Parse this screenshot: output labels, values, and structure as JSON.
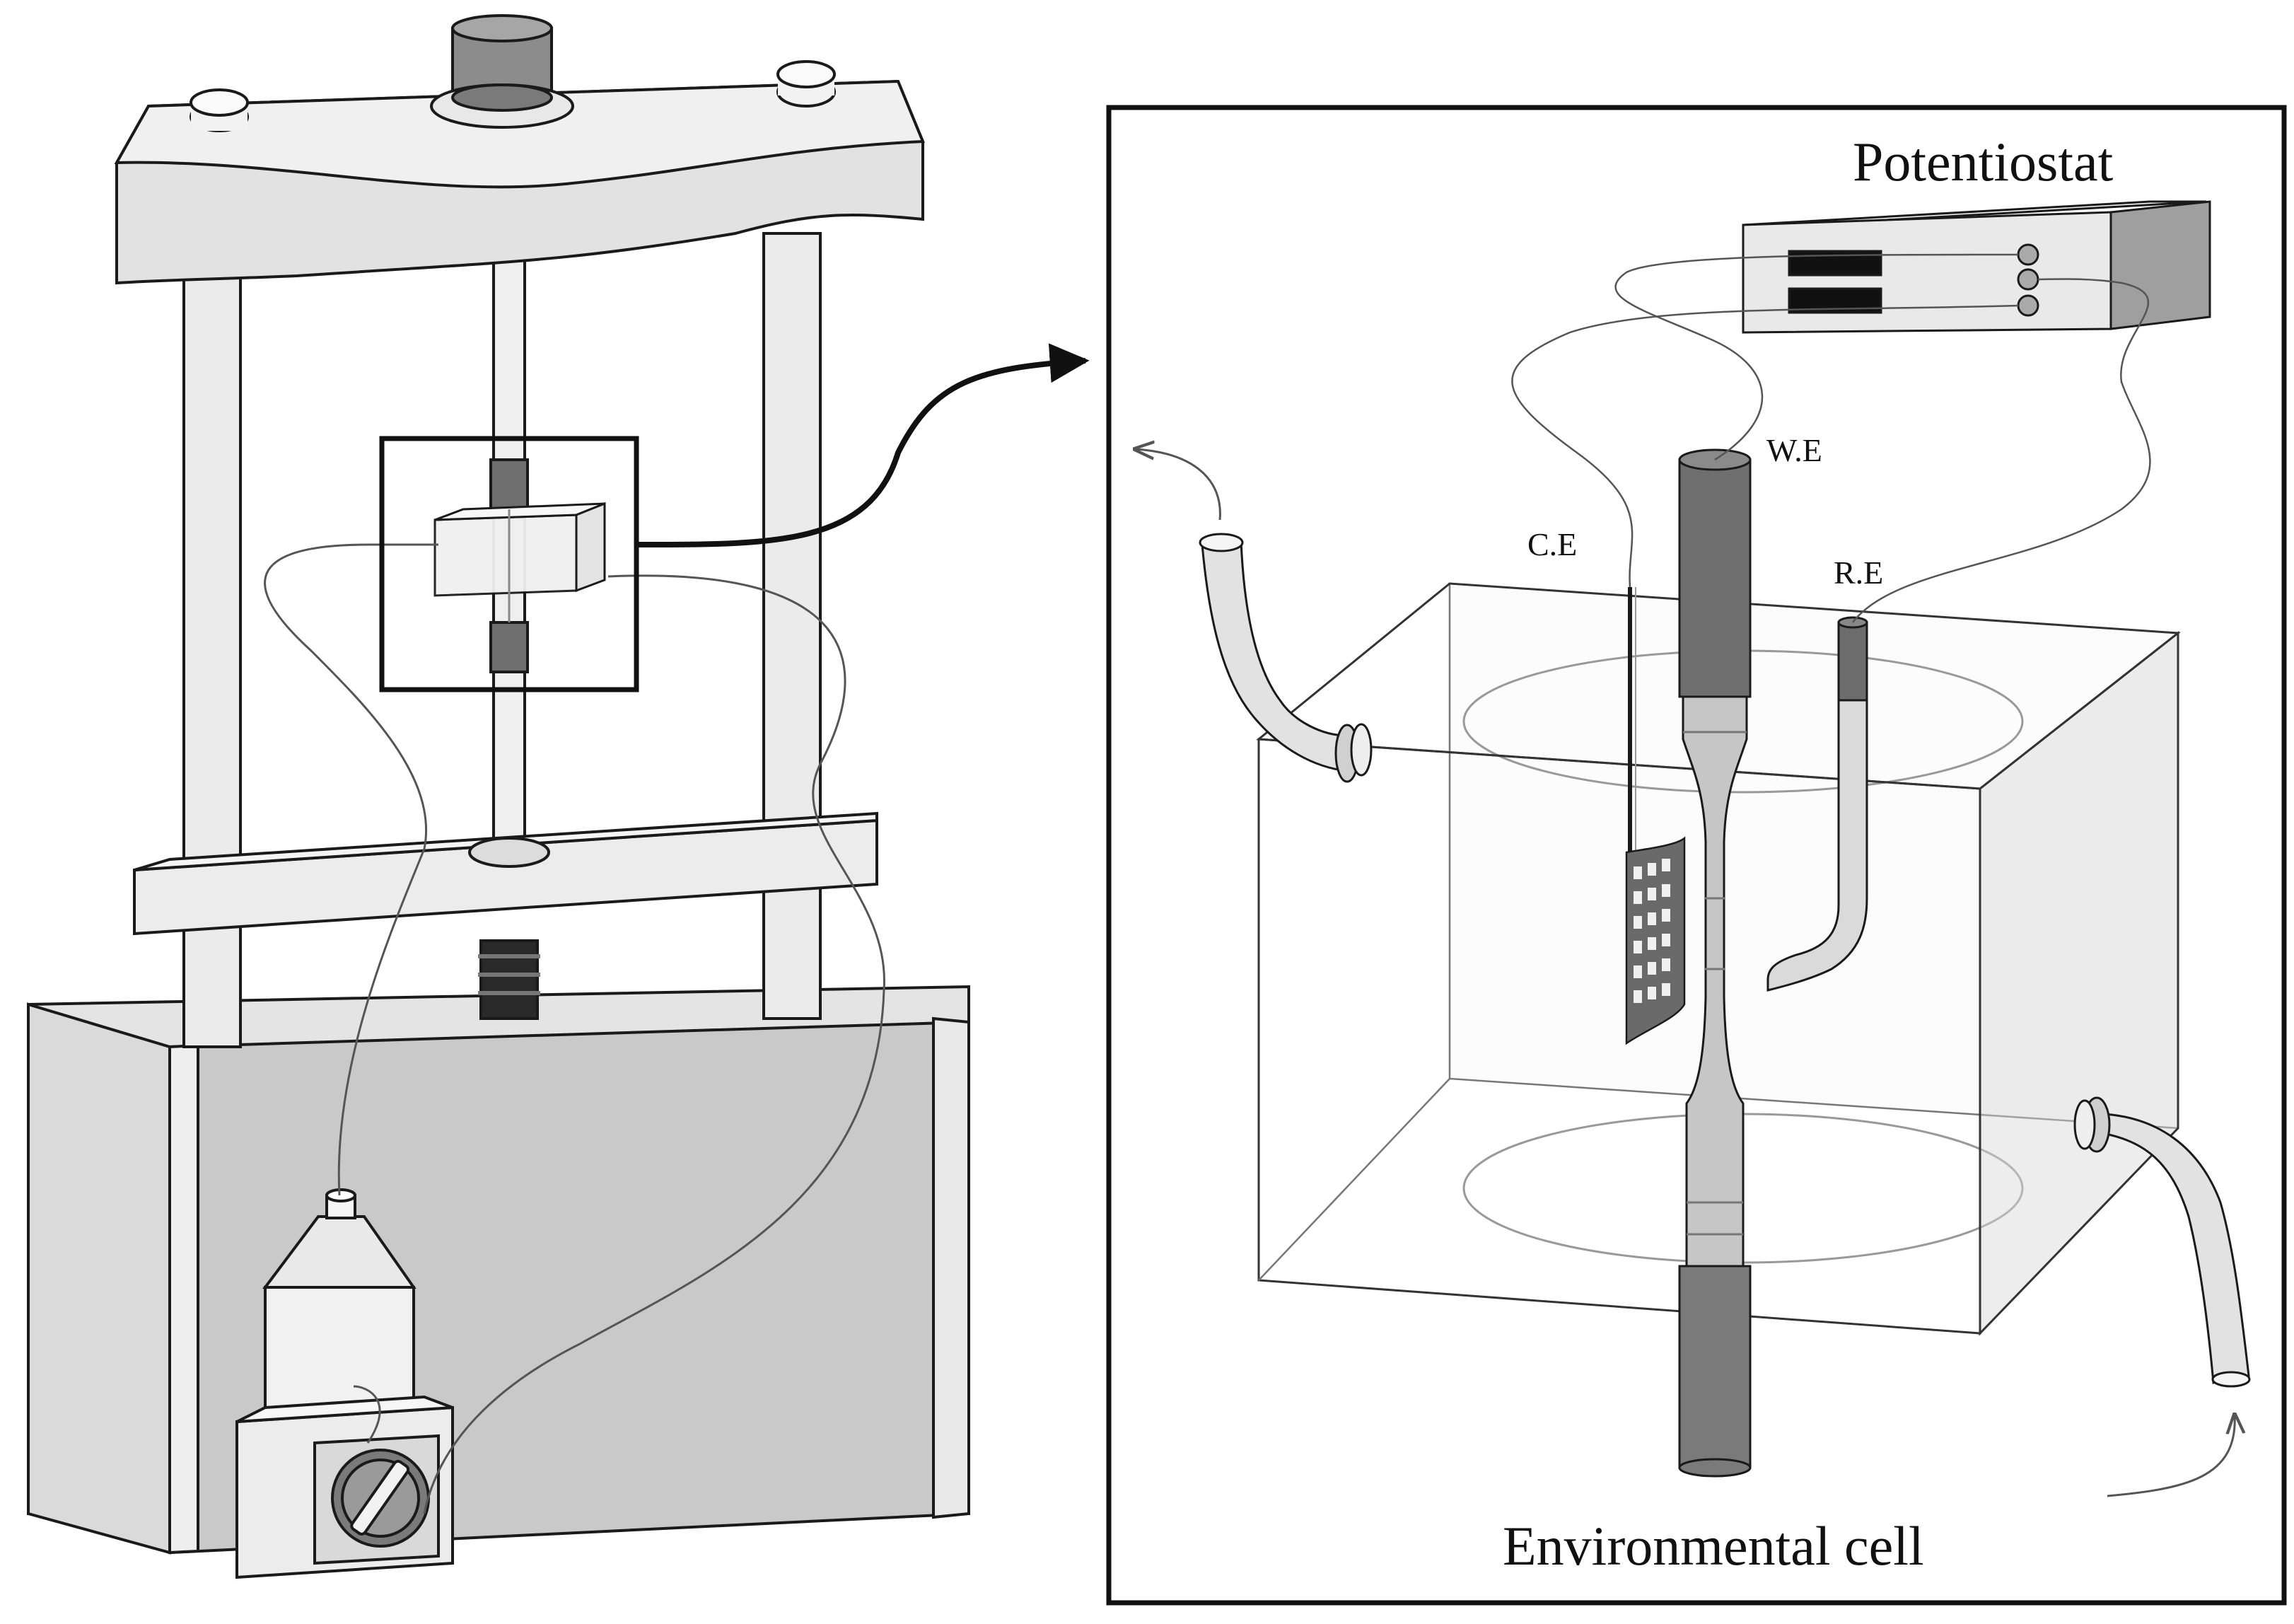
{
  "labels": {
    "potentiostat": "Potentiostat",
    "working_electrode": "W.E",
    "counter_electrode": "C.E",
    "reference_electrode": "R.E",
    "environmental_cell": "Environmental cell"
  },
  "colors": {
    "background": "#ffffff",
    "outline": "#1a1a1a",
    "light_gray": "#e6e6e6",
    "mid_gray": "#bdbdbd",
    "dark_gray": "#6e6e6e",
    "cable": "#555555"
  },
  "icons": {
    "arrow": "arrow-icon",
    "display": "display-icon",
    "knob": "knob-icon"
  }
}
